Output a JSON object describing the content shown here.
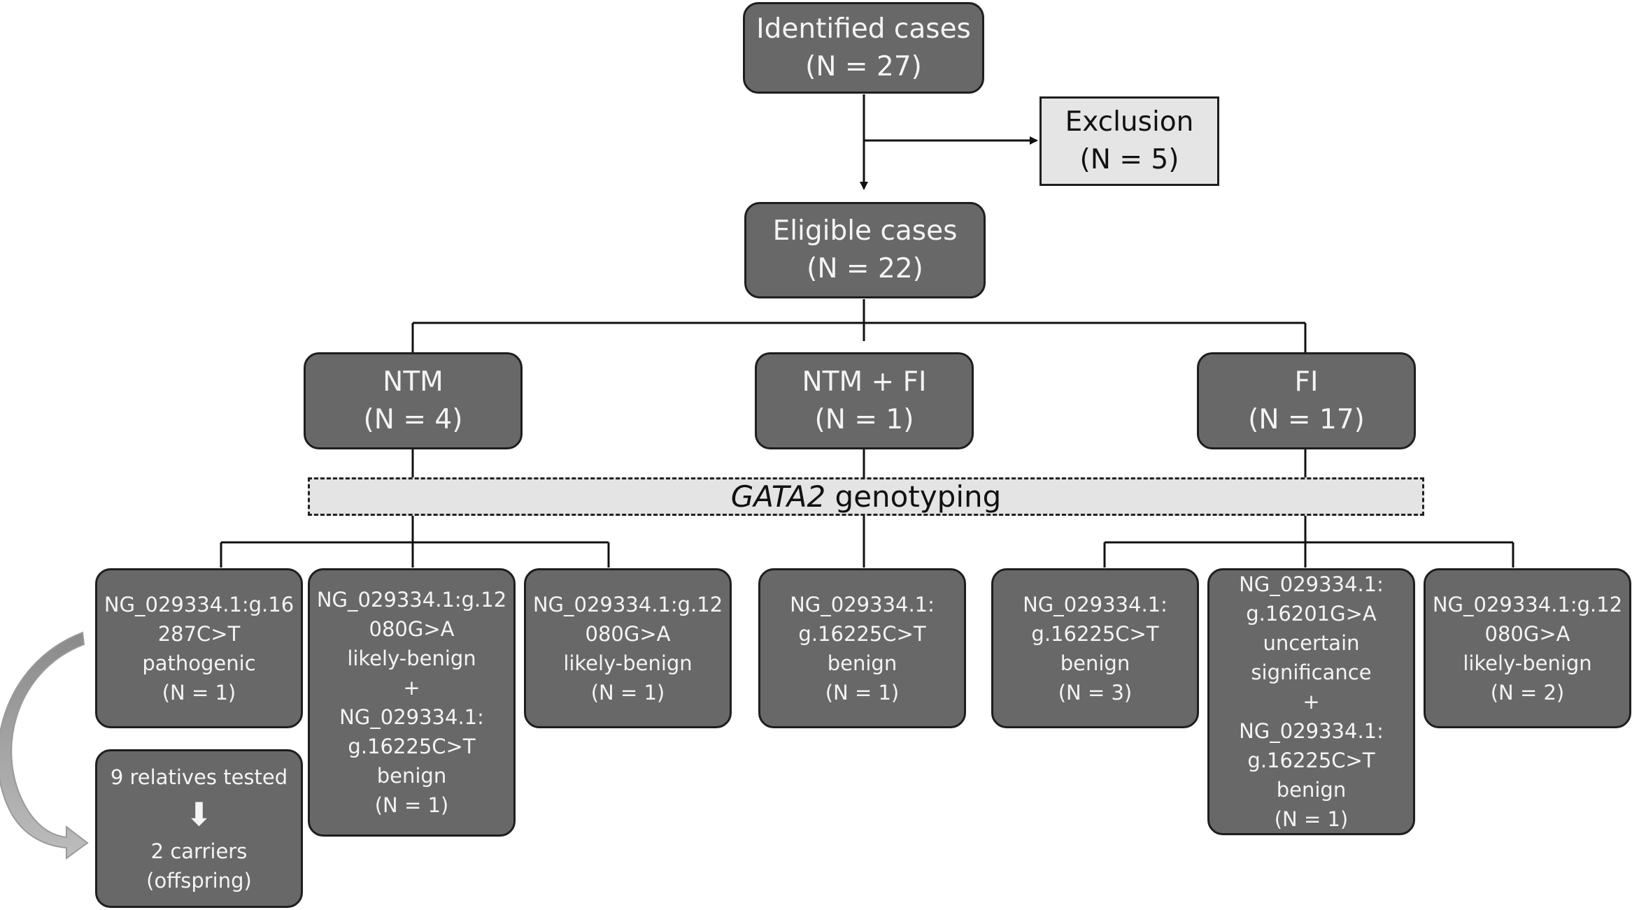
{
  "identified": {
    "title": "Identified cases",
    "count": "(N = 27)"
  },
  "exclusion": {
    "title": "Exclusion",
    "count": "(N = 5)"
  },
  "eligible": {
    "title": "Eligible cases",
    "count": "(N = 22)"
  },
  "groups": [
    {
      "title": "NTM",
      "count": "(N = 4)"
    },
    {
      "title": "NTM + FI",
      "count": "(N = 1)"
    },
    {
      "title": "FI",
      "count": "(N = 17)"
    }
  ],
  "genotyping": {
    "gene": "GATA2",
    "label": " genotyping"
  },
  "leaves": [
    {
      "lines": [
        "NG_029334.1:g.16",
        "287C>T",
        "pathogenic",
        "(N = 1)"
      ]
    },
    {
      "lines": [
        "NG_029334.1:g.12",
        "080G>A",
        "likely-benign",
        "+",
        "NG_029334.1:",
        "g.16225C>T",
        "benign",
        "(N = 1)"
      ]
    },
    {
      "lines": [
        "NG_029334.1:g.12",
        "080G>A",
        "likely-benign",
        "(N = 1)"
      ]
    },
    {
      "lines": [
        "NG_029334.1:",
        "g.16225C>T",
        "benign",
        "(N = 1)"
      ]
    },
    {
      "lines": [
        "NG_029334.1:",
        "g.16225C>T",
        "benign",
        "(N = 3)"
      ]
    },
    {
      "lines": [
        "NG_029334.1:",
        "g.16201G>A",
        "uncertain",
        "significance",
        "+",
        "NG_029334.1:",
        "g.16225C>T",
        "benign",
        "(N = 1)"
      ]
    },
    {
      "lines": [
        "NG_029334.1:g.12",
        "080G>A",
        "likely-benign",
        "(N = 2)"
      ]
    }
  ],
  "relatives": {
    "tested": "9 relatives tested",
    "arrow": "⬇",
    "carriers": "2 carriers",
    "carriers_note": "(offspring)"
  },
  "colors": {
    "box_fill": "#686868",
    "box_text": "#f4f4f4",
    "light_fill": "#e5e5e5"
  }
}
